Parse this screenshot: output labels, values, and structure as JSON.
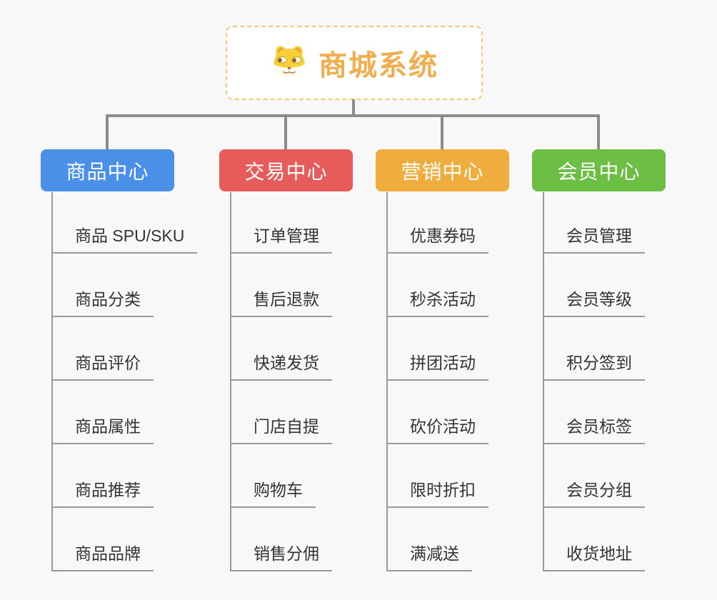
{
  "root": {
    "label": "商城系统",
    "text_color": "#f0ae4e",
    "border_color": "#f7c873",
    "icon": "doge-icon"
  },
  "branches": [
    {
      "label": "商品中心",
      "color": "#4b90e8",
      "children": [
        "商品 SPU/SKU",
        "商品分类",
        "商品评价",
        "商品属性",
        "商品推荐",
        "商品品牌"
      ]
    },
    {
      "label": "交易中心",
      "color": "#e65c5a",
      "children": [
        "订单管理",
        "售后退款",
        "快递发货",
        "门店自提",
        "购物车",
        "销售分佣"
      ]
    },
    {
      "label": "营销中心",
      "color": "#efad3d",
      "children": [
        "优惠券码",
        "秒杀活动",
        "拼团活动",
        "砍价活动",
        "限时折扣",
        "满减送"
      ]
    },
    {
      "label": "会员中心",
      "color": "#6cbe45",
      "children": [
        "会员管理",
        "会员等级",
        "积分签到",
        "会员标签",
        "会员分组",
        "收货地址"
      ]
    }
  ],
  "colors": {
    "background": "#f8f8f8",
    "connector_line": "#8c8c8c",
    "child_line": "#999999",
    "child_text": "#333333"
  }
}
